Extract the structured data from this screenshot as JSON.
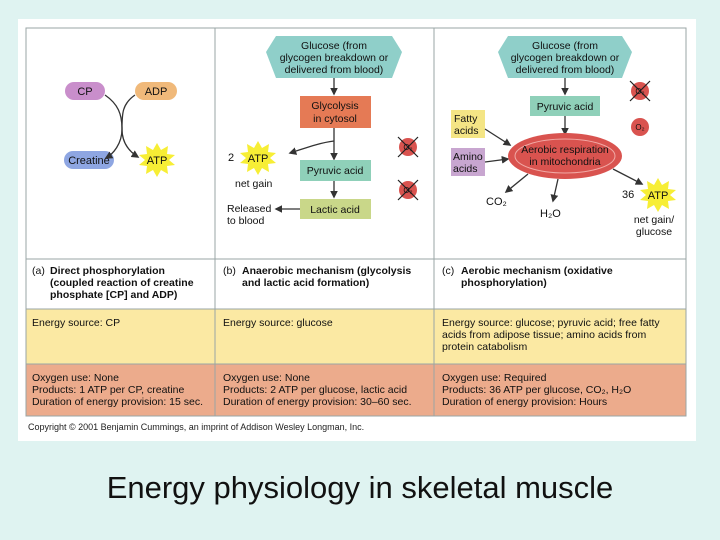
{
  "caption": "Energy physiology in skeletal muscle",
  "copyright": "Copyright © 2001 Benjamin Cummings, an imprint of Addison Wesley Longman, Inc.",
  "colors": {
    "cp": "#c98ecb",
    "adp": "#f0b97a",
    "creatine": "#8ea6e2",
    "atp_burst": "#f7ee35",
    "glucose_hex": "#8fcfc9",
    "glycolysis_box": "#e57a55",
    "pyruvic_box": "#8fd0b9",
    "lactic_box": "#c9d789",
    "fatty_box": "#f4e585",
    "amino_box": "#c8a6d0",
    "mito": "#d9534f",
    "no_o2": "#d9534f",
    "energy_row": "#fbe9a3",
    "oxygen_row": "#ecab8c",
    "frame": "#9aa5a5"
  },
  "icons": {
    "no_oxygen": "o2-crossed-icon",
    "oxygen": "o2-icon",
    "atp": "atp-starburst-icon",
    "arrow": "arrow-icon"
  },
  "panel_a": {
    "cp": "CP",
    "adp": "ADP",
    "creatine": "Creatine",
    "atp": "ATP",
    "title_letter": "(a)",
    "title_lines": [
      "Direct phosphorylation",
      "(coupled reaction of creatine",
      "phosphate [CP] and ADP)"
    ],
    "energy_source": "Energy source: CP",
    "oxygen_lines": [
      "Oxygen use: None",
      "Products: 1 ATP per CP, creatine",
      "Duration of energy provision: 15 sec."
    ]
  },
  "panel_b": {
    "glucose_lines": [
      "Glucose (from",
      "glycogen breakdown or",
      "delivered from blood)"
    ],
    "glycolysis_lines": [
      "Glycolysis",
      "in cytosol"
    ],
    "atp_count": "2",
    "atp": "ATP",
    "net_gain": "net gain",
    "pyruvic": "Pyruvic acid",
    "lactic": "Lactic acid",
    "released_lines": [
      "Released",
      "to blood"
    ],
    "o2_label": "O₂",
    "title_letter": "(b)",
    "title_lines": [
      "Anaerobic mechanism (glycolysis",
      "and lactic acid formation)"
    ],
    "energy_source": "Energy source: glucose",
    "oxygen_lines": [
      "Oxygen use: None",
      "Products: 2 ATP per glucose, lactic acid",
      "Duration of energy provision: 30–60 sec."
    ]
  },
  "panel_c": {
    "glucose_lines": [
      "Glucose (from",
      "glycogen breakdown or",
      "delivered from blood)"
    ],
    "pyruvic": "Pyruvic acid",
    "fatty_lines": [
      "Fatty",
      "acids"
    ],
    "amino_lines": [
      "Amino",
      "acids"
    ],
    "aerobic_lines": [
      "Aerobic respiration",
      "in mitochondria"
    ],
    "co2": "CO₂",
    "h2o": "H₂O",
    "atp_count": "36",
    "atp": "ATP",
    "net_gain_lines": [
      "net gain/",
      "glucose"
    ],
    "o2_label": "O₂",
    "title_letter": "(c)",
    "title_lines": [
      "Aerobic mechanism (oxidative",
      "phosphorylation)"
    ],
    "energy_lines": [
      "Energy source: glucose; pyruvic acid; free fatty",
      "acids from adipose tissue; amino acids from",
      "protein catabolism"
    ],
    "oxygen_lines": [
      "Oxygen use: Required",
      "Products: 36 ATP per glucose, CO₂, H₂O",
      "Duration of energy provision: Hours"
    ]
  }
}
